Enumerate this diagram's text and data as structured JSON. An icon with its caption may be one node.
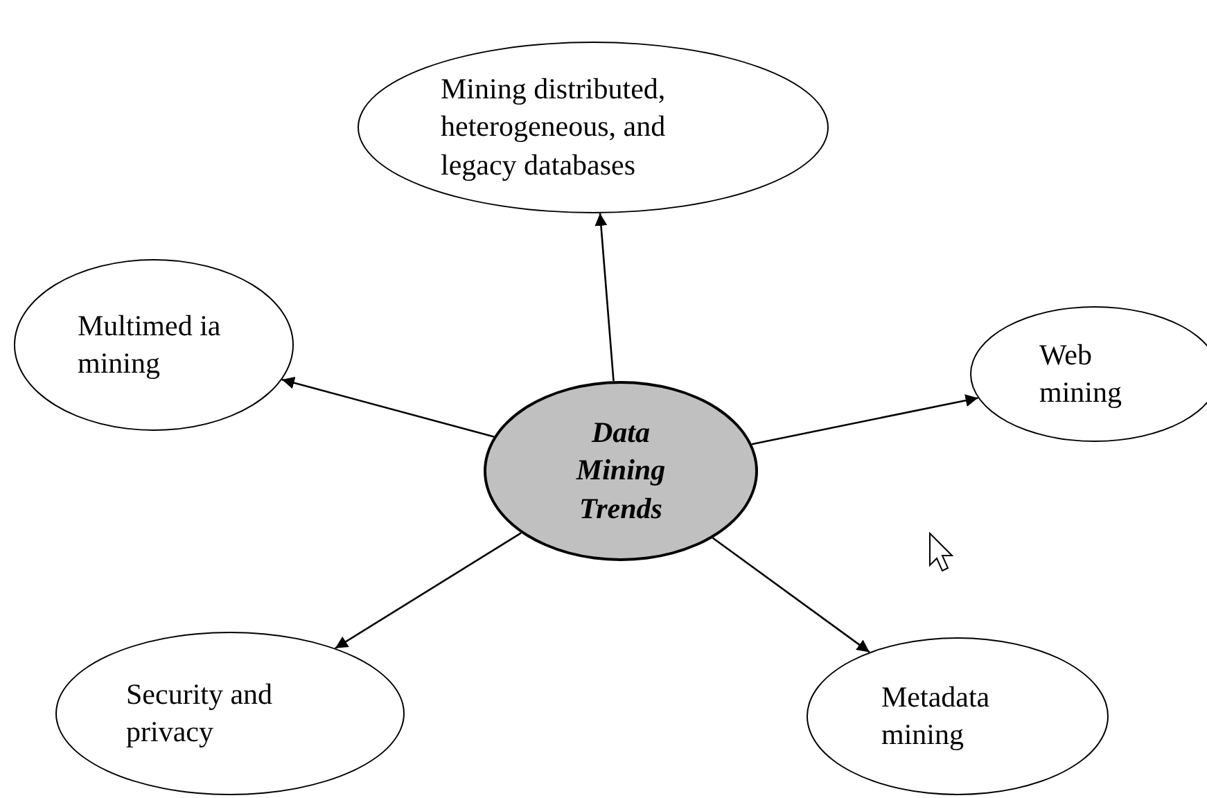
{
  "diagram": {
    "nodes": [
      {
        "text": [
          "Data Mining Trends"
        ]
      },
      {
        "text": [
          "Mining distributed, heterogeneous, and legacy databases"
        ]
      },
      {
        "text": [
          "Multimed ia mining"
        ]
      },
      {
        "text": [
          "Web mining"
        ]
      },
      {
        "text": [
          "Security and privacy"
        ]
      },
      {
        "text": [
          "Metadata mining"
        ]
      }
    ],
    "edges": [
      {
        "from": 0,
        "to": 1,
        "arrow": "to"
      },
      {
        "from": 0,
        "to": 2,
        "arrow": "to"
      },
      {
        "from": 0,
        "to": 3,
        "arrow": "to"
      },
      {
        "from": 0,
        "to": 4,
        "arrow": "to"
      },
      {
        "from": 0,
        "to": 5,
        "arrow": "to"
      }
    ]
  }
}
